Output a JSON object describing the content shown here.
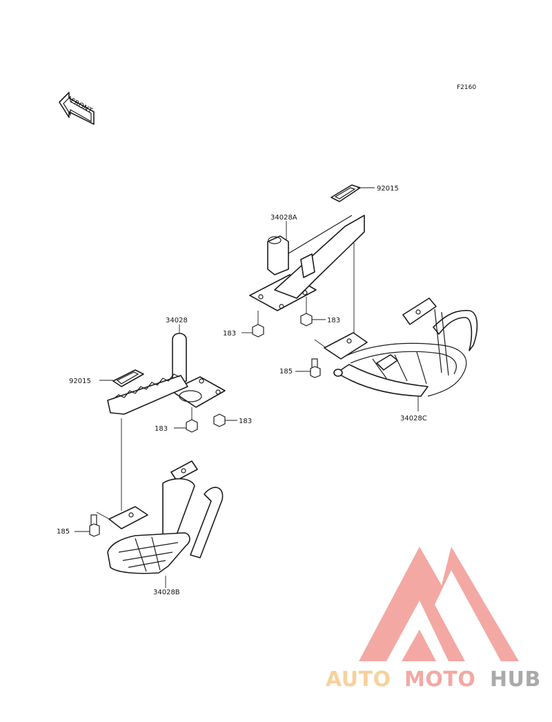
{
  "figure_code": "F2160",
  "direction_label": "FRONT",
  "callouts": {
    "part_34028": "34028",
    "part_34028A": "34028A",
    "part_34028B": "34028B",
    "part_34028C": "34028C",
    "part_92015_left": "92015",
    "part_92015_right": "92015",
    "part_183_a": "183",
    "part_183_b": "183",
    "part_183_c": "183",
    "part_183_d": "183",
    "part_185_left": "185",
    "part_185_right": "185"
  },
  "watermark": {
    "word_1": "AUTO",
    "word_2": "MOTO",
    "word_3": "HUB",
    "colors": {
      "auto": "#f6c98c",
      "moto": "#f29a94",
      "hub": "#9b9b9b",
      "logo": "#f29a94"
    }
  }
}
